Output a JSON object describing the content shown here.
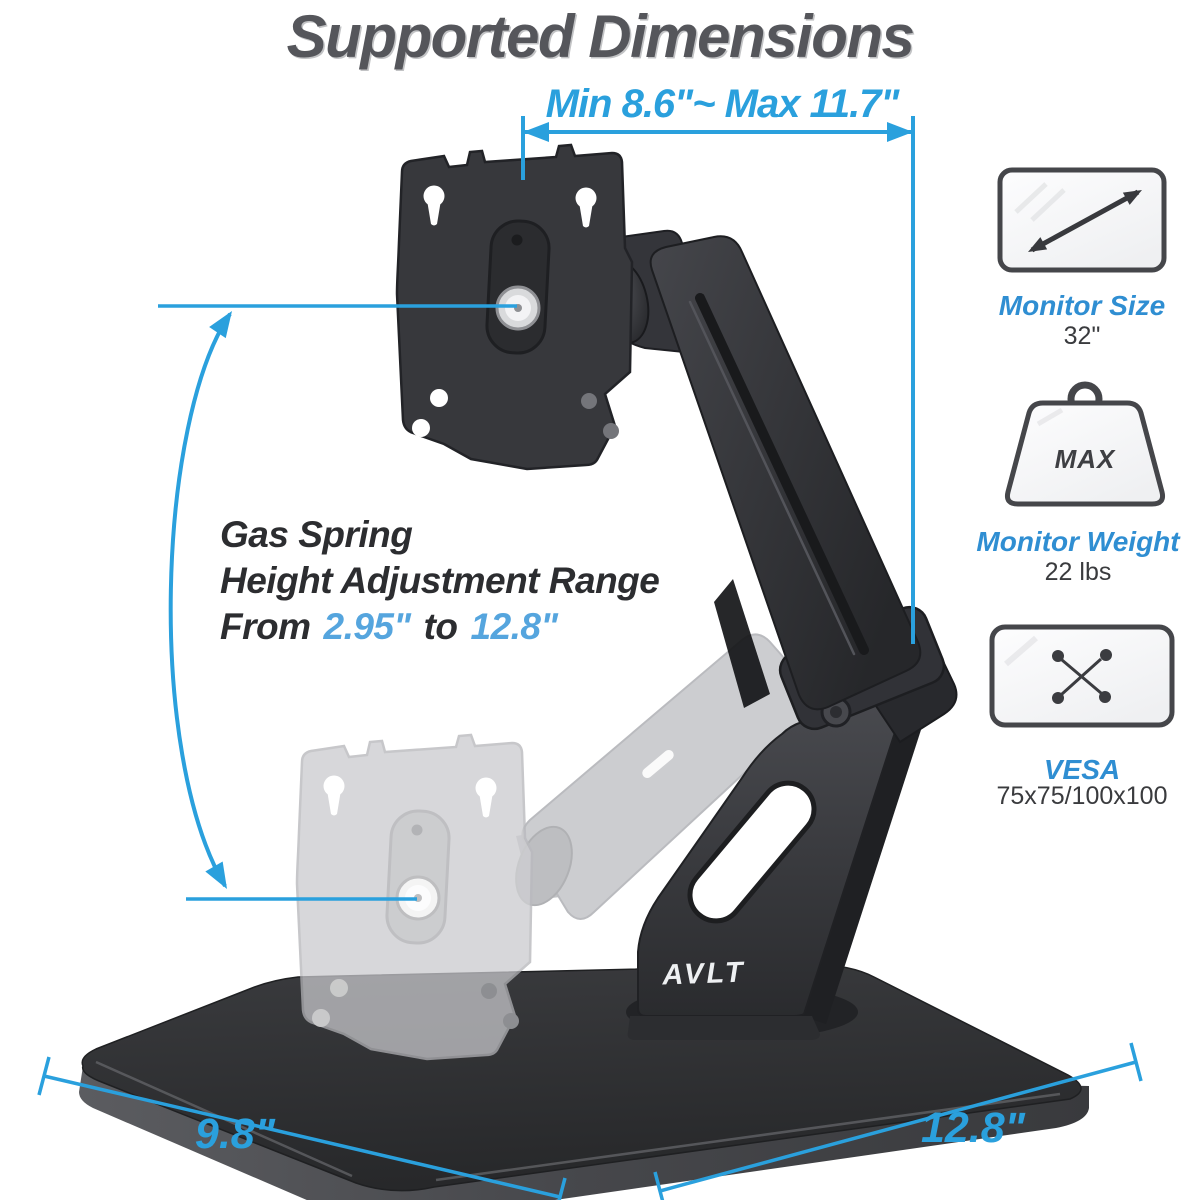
{
  "title": "Supported Dimensions",
  "annotations": {
    "top_dimension": "Min 8.6\"~ Max 11.7\"",
    "height_range": {
      "line1": "Gas Spring",
      "line2": "Height Adjustment Range",
      "prefix": "From",
      "min": "2.95\"",
      "conjunction": "to",
      "max": "12.8\""
    },
    "base_depth": "9.8\"",
    "base_width": "12.8\""
  },
  "product": {
    "brand": "AVLT"
  },
  "specs": [
    {
      "label": "Monitor Size",
      "value": "32\""
    },
    {
      "label": "Monitor Weight",
      "value": "22 lbs",
      "badge": "MAX"
    },
    {
      "label": "VESA",
      "value": "75x75/100x100"
    }
  ],
  "colors": {
    "annotation_blue": "#2aa0dd",
    "value_blue": "#55a5de",
    "label_blue": "#2f8ed2",
    "title_gray": "#55565b",
    "text_dark": "#2c2d30",
    "product_black": "#2b2c2e",
    "ghost_gray": "#c8c9cc"
  }
}
